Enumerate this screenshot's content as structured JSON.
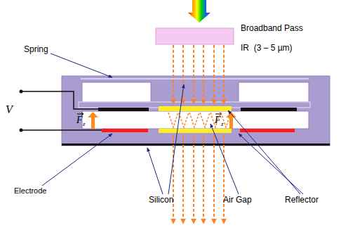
{
  "diagram": {
    "labels": [
      "Broadband Pass",
      "IR  (3 – 5 µm)",
      "Spring",
      "V",
      "F",
      "z",
      "F",
      "z",
      "Electrode",
      "Silicon",
      "Air Gap",
      "Reflector"
    ]
  }
}
